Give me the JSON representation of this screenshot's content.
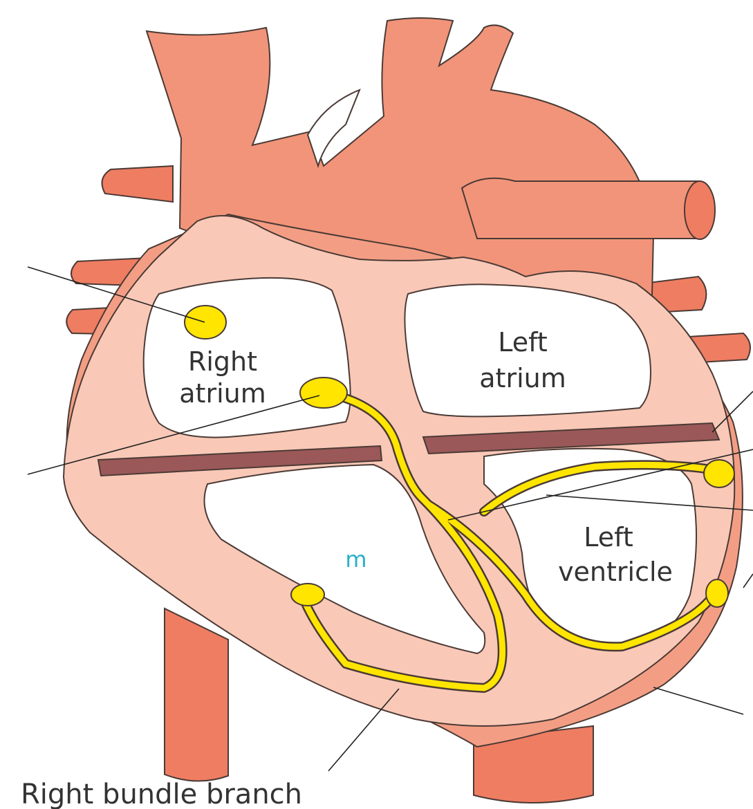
{
  "labels": {
    "right_atrium_line1": "Right",
    "right_atrium_line2": "atrium",
    "left_atrium_line1": "Left",
    "left_atrium_line2": "atrium",
    "left_ventricle_line1": "Left",
    "left_ventricle_line2": "ventricle",
    "right_ventricle_mark": "m",
    "right_bundle_branch": "Right bundle branch"
  },
  "colors": {
    "vessel": "#ef7d62",
    "top_muscle": "#f29479",
    "outer_wall": "#f39e84",
    "wall": "#f9c8b7",
    "chamber": "#ffffff",
    "valve": "#9b5858",
    "conduction": "#ffe500",
    "outline": "#4a3a35",
    "mark": "#2ab0c8"
  }
}
